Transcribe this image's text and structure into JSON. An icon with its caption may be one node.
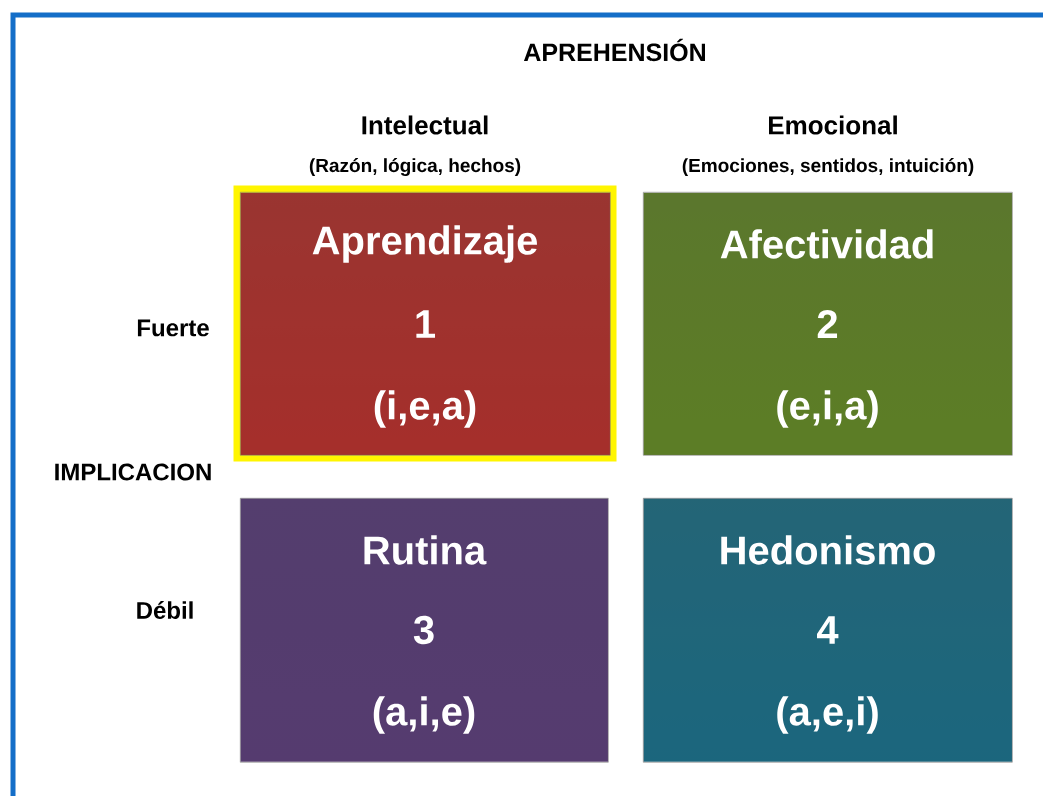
{
  "diagram": {
    "title": "APREHENSIÓN",
    "nodes": [
      {
        "text": [
          "Aprendizaje",
          "1",
          "(i,e,a)"
        ]
      },
      {
        "text": [
          "Afectividad",
          "2",
          "(e,i,a)"
        ]
      },
      {
        "text": [
          "Rutina",
          "3",
          "(a,i,e)"
        ]
      },
      {
        "text": [
          "Hedonismo",
          "4",
          "(a,e,i)"
        ]
      }
    ],
    "labels": [
      "Intelectual",
      "(Razón, lógica, hechos)",
      "Emocional",
      "(Emociones, sentidos, intuición)",
      "Fuerte",
      "IMPLICACION",
      "Débil"
    ]
  }
}
